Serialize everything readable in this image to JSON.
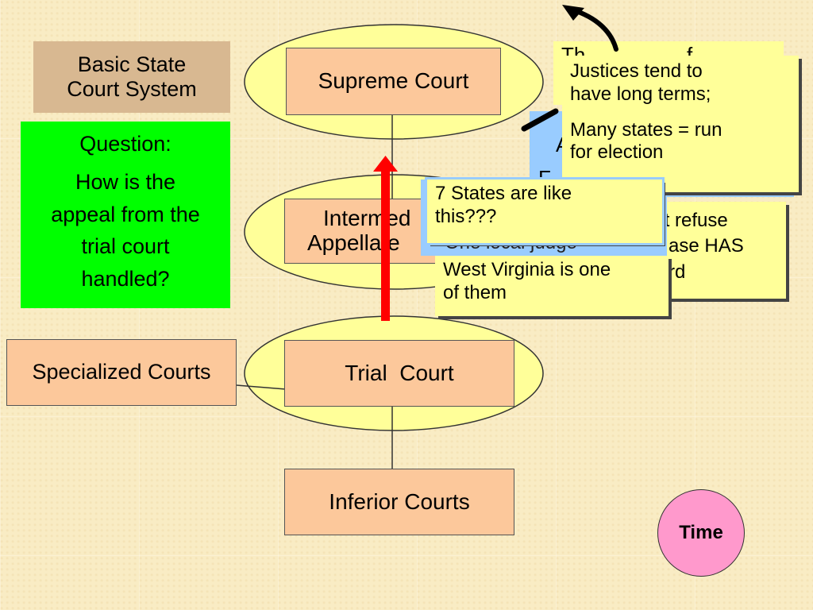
{
  "title_box": {
    "line1": "Basic State",
    "line2": "Court System"
  },
  "question_box": {
    "heading": "Question:",
    "line1": "How is the",
    "line2": "appeal from the",
    "line3": "trial court",
    "line4": "handled?"
  },
  "courts": {
    "supreme": "Supreme Court",
    "intermediate_line1": "Intermed",
    "intermediate_line2": "Appellate",
    "trial": "Trial  Court",
    "specialized": "Specialized Courts",
    "inferior": "Inferior Courts"
  },
  "notes": {
    "justices_line1": "Justices tend to",
    "justices_line2": "have long terms;",
    "election_line1": "Many states = run",
    "election_line2": "for election",
    "seven_states_line1": "7 States are like",
    "seven_states_line2": "this???",
    "west_virginia_line1": "West Virginia is one",
    "west_virginia_line2": "of them",
    "hidden_fragment_1": "Th",
    "hidden_fragment_2": "f",
    "hidden_fragment_3": "not refuse",
    "hidden_fragment_4": "ase HAS",
    "hidden_fragment_5": "rd",
    "hidden_fragment_6": "One local judge",
    "hidden_fragment_7": "A",
    "hidden_fragment_8": "F"
  },
  "time_button": "Time",
  "colors": {
    "background": "#f9ecc4",
    "court_box": "#fcc89b",
    "ellipse": "#ffff99",
    "note": "#ffff99",
    "title_box": "#d8b891",
    "question_box": "#00ff00",
    "arrow_red": "#ff0000",
    "time_circle": "#ff99cc",
    "note_blue": "#99ccff"
  }
}
